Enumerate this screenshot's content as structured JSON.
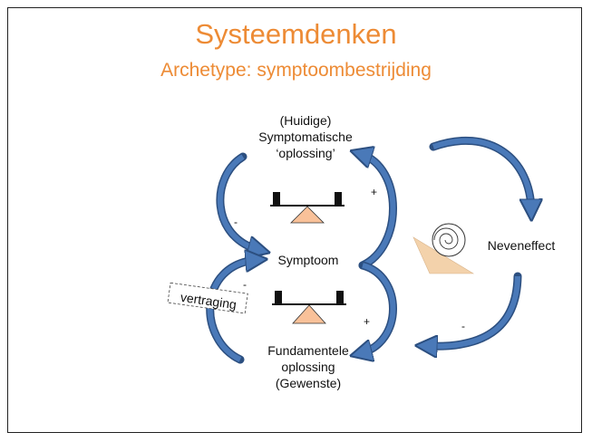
{
  "title": "Systeemdenken",
  "subtitle": "Archetype: symptoombestrijding",
  "nodes": {
    "top": "(Huidige)\nSymptomatische\n‘oplossing’",
    "middle": "Symptoom",
    "bottom": "Fundamentele\noplossing\n(Gewenste)",
    "side": "Neveneffect"
  },
  "delay_label": "vertraging",
  "signs": {
    "left_top": "-",
    "left_bottom": "-",
    "right_top": "+",
    "right_bottom": "+",
    "side_down": "-"
  },
  "colors": {
    "title": "#ed8b35",
    "arrow": "#4a79b8",
    "arrow_outline": "#2c4f80",
    "triangle": "#f9c199",
    "slope": "#f3d2ab"
  }
}
